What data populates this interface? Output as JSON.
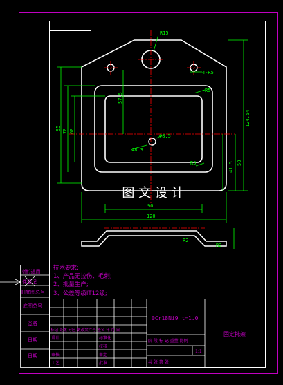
{
  "colors": {
    "background": "#000000",
    "frame": "#c000c0",
    "outline": "#ffffff",
    "dimension": "#00ff00",
    "centerline": "#ff0000",
    "note": "#c000c0",
    "table_text": "#c000c0"
  },
  "watermark": "图 文 设 计",
  "dimensions": {
    "r15": "R15",
    "r5_hole": "4-R5",
    "r5_upper": "R5",
    "r5_lower": "R5",
    "d_57": "57.5",
    "d_95": "95",
    "d_70": "70",
    "d_60": "60",
    "d_124": "124.54",
    "d_50": "50",
    "d_41": "41.5",
    "d_85": "Φ8.5",
    "d_83": "Φ8.3",
    "d_90": "90",
    "d_120": "120",
    "r2": "R2",
    "r2b": "R2"
  },
  "notes": {
    "title": "技术要求:",
    "items": [
      "1、产品无拉伤、毛刺;",
      "2、批量生产;",
      "3、公差等级IT12级;"
    ]
  },
  "left_labels": {
    "l1": "(借)通用",
    "l2": "件登记",
    "l3": "旧底图总号",
    "l4": "底图总号",
    "l5": "签名",
    "l6": "日期",
    "l7": "日期"
  },
  "title_block": {
    "material": "0Cr18Ni9 t=1.0",
    "part_name": "固定托架",
    "header_row": "标记 处数 分区 更改文件号 签名 年 月 日",
    "design": "设计",
    "std": "标准化",
    "check": "审核",
    "craft": "工艺",
    "proof": "校核",
    "approve": "批准",
    "review": "审定",
    "stage": "阶 段 标 记 重量 比例",
    "scale": "1:1",
    "sheets": "共   张   第   张"
  }
}
